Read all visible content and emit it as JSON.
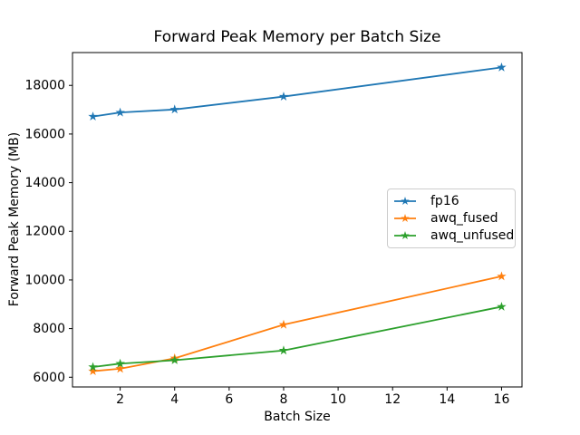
{
  "chart_data": {
    "type": "line",
    "title": "Forward Peak Memory per Batch Size",
    "xlabel": "Batch Size",
    "ylabel": "Forward Peak Memory (MB)",
    "x": [
      1,
      2,
      4,
      8,
      16
    ],
    "series": [
      {
        "name": "fp16",
        "color": "#1f77b4",
        "values": [
          16720,
          16885,
          17010,
          17540,
          18740
        ]
      },
      {
        "name": "awq_fused",
        "color": "#ff7f0e",
        "values": [
          6250,
          6350,
          6780,
          8160,
          10150
        ]
      },
      {
        "name": "awq_unfused",
        "color": "#2ca02c",
        "values": [
          6420,
          6560,
          6700,
          7100,
          8900
        ]
      }
    ],
    "xticks": [
      2,
      4,
      6,
      8,
      10,
      12,
      14,
      16
    ],
    "yticks": [
      6000,
      8000,
      10000,
      12000,
      14000,
      16000,
      18000
    ],
    "xlim": [
      0.25,
      16.75
    ],
    "ylim": [
      5600,
      19350
    ],
    "grid": false,
    "marker": "star",
    "legend_position": "center right",
    "background": "#ffffff",
    "spine_color": "#000000"
  }
}
